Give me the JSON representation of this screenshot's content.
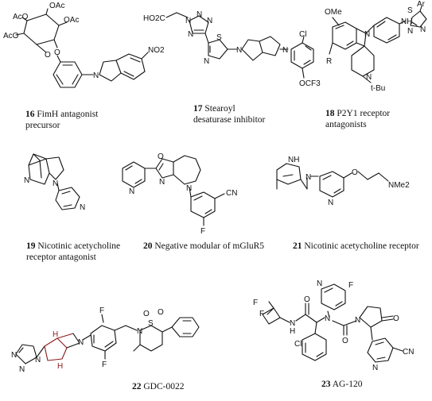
{
  "colors": {
    "bond": "#111111",
    "stereo": "#8b1a1a"
  },
  "compounds": [
    {
      "number": "16",
      "caption_line1": "FimH antagonist",
      "caption_line2": "precursor",
      "atoms": {
        "acetyl_1": "OAc",
        "acetyl_2": "OAc",
        "acetyl_3": "AcO",
        "acetyl_4": "AcO",
        "oxygen_1": "O",
        "oxygen_2": "O",
        "nitrogen": "N",
        "nitro": "NO2"
      }
    },
    {
      "number": "17",
      "caption_line1": "Stearoyl",
      "caption_line2": "desaturase inhibitor",
      "atoms": {
        "acid": "HO2C",
        "tetrazole_n1": "N",
        "tetrazole_n2": "N",
        "tetrazole_n3": "N",
        "tetrazole_n4": "N",
        "thiazole_s": "S",
        "thiazole_n": "N",
        "ring_n1": "N",
        "ring_n2": "N",
        "chloro": "Cl",
        "ocf3": "OCF3"
      }
    },
    {
      "number": "18",
      "caption_line1": "P2Y1 receptor",
      "caption_line2": "antagonists",
      "atoms": {
        "methoxy": "OMe",
        "indoline_n": "N",
        "nh": "NH",
        "thiadiazole_s": "S",
        "thiadiazole_n1": "N",
        "thiadiazole_n2": "N",
        "aryl": "Ar",
        "r_group": "R",
        "pip_n": "N",
        "tbu": "t-Bu"
      }
    },
    {
      "number": "19",
      "caption_line1": "Nicotinic acetycholine",
      "caption_line2": "receptor antagonist",
      "atoms": {
        "quin_n": "N",
        "pyrr_n": "N",
        "pyr_n": "N"
      }
    },
    {
      "number": "20",
      "caption_line1": "Negative modular of mGluR5",
      "caption_line2": "",
      "atoms": {
        "pyr_n": "N",
        "oxazole_o": "O",
        "oxazole_n": "N",
        "azepine_n": "N",
        "fluoro": "F",
        "nitrile": "CN"
      }
    },
    {
      "number": "21",
      "caption_line1": "Nicotinic acetycholine  receptor",
      "caption_line2": "",
      "atoms": {
        "nh": "NH",
        "bicyclic_n": "N",
        "pyr_n": "N",
        "ether_o": "O",
        "nme2": "NMe2"
      }
    },
    {
      "number": "22",
      "caption_line1": "GDC-0022",
      "caption_line2": "",
      "atoms": {
        "fluoro_1": "F",
        "fluoro_2": "F",
        "sulfonyl_o1": "O",
        "sulfonyl_o2": "O",
        "sulfur": "S",
        "thiazinane_n": "N",
        "pyrrolidine_n": "N",
        "triazole_n1": "N",
        "triazole_n2": "N",
        "triazole_n3": "N",
        "h1": "H",
        "h2": "H"
      }
    },
    {
      "number": "23",
      "caption_line1": "AG-120",
      "caption_line2": "",
      "atoms": {
        "fluoro_pyr": "F",
        "pyr_n_top": "N",
        "difluoro_1": "F",
        "difluoro_2": "F",
        "amide_nh": "N",
        "amide_h": "H",
        "amide_o1": "O",
        "central_n": "N",
        "amide_o2": "O",
        "lactam_o": "O",
        "lactam_n": "N",
        "chloro": "Cl",
        "pyr_n_bottom": "N",
        "nitrile": "CN"
      }
    }
  ]
}
